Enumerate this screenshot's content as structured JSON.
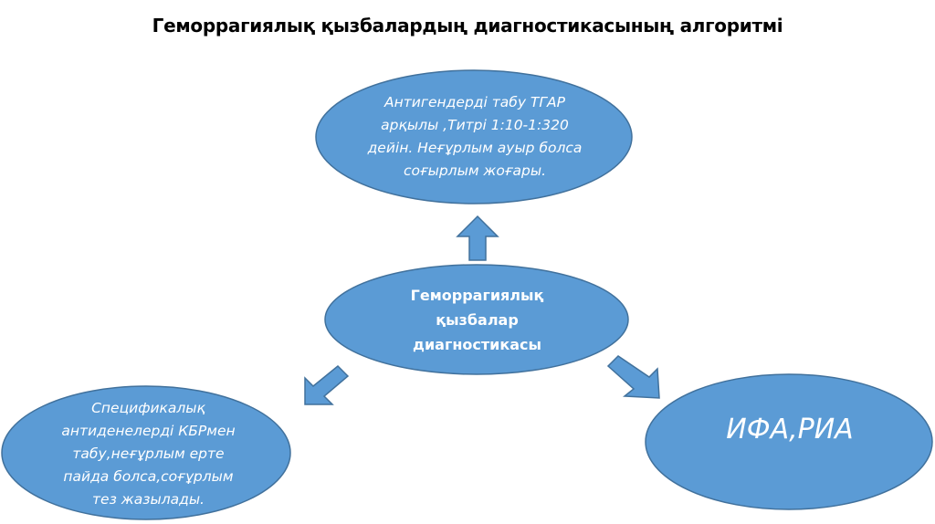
{
  "title": "Геморрагиялық қызбалардың диагностикасының алгоритмі",
  "colors": {
    "fill": "#5b9bd5",
    "stroke": "#41719c",
    "text": "#ffffff"
  },
  "nodes": {
    "center": "Геморрагиялық қызбалар диагностикасы",
    "top": "Антигендерді табу ТГАР арқылы ,Титрі 1:10-1:320 дейін. Неғұрлым ауыр болса соғырлым жоғары.",
    "left": "Спецификалық антиденелерді КБРмен табу,неғұрлым ерте пайда  болса,соғұрлым тез жазылады.",
    "right": "ИФА,РИА"
  }
}
